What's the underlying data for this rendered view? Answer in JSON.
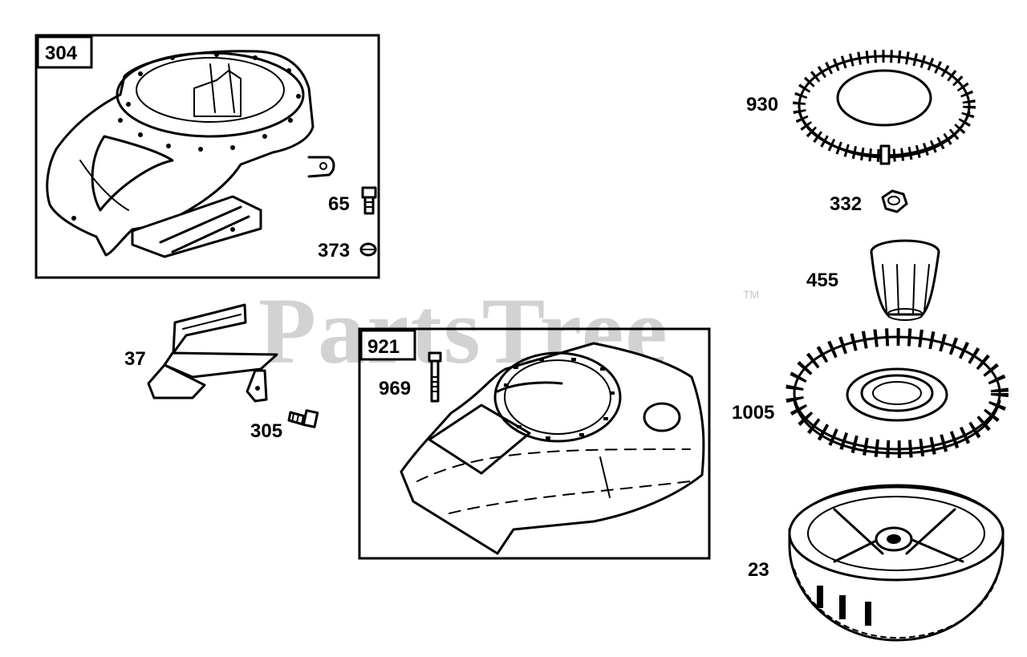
{
  "watermark": {
    "text": "PartsTree",
    "trademark": "TM"
  },
  "callouts": {
    "c304": "304",
    "c65": "65",
    "c373": "373",
    "c37": "37",
    "c305": "305",
    "c921": "921",
    "c969": "969",
    "c930": "930",
    "c332": "332",
    "c455": "455",
    "c1005": "1005",
    "c23": "23"
  }
}
